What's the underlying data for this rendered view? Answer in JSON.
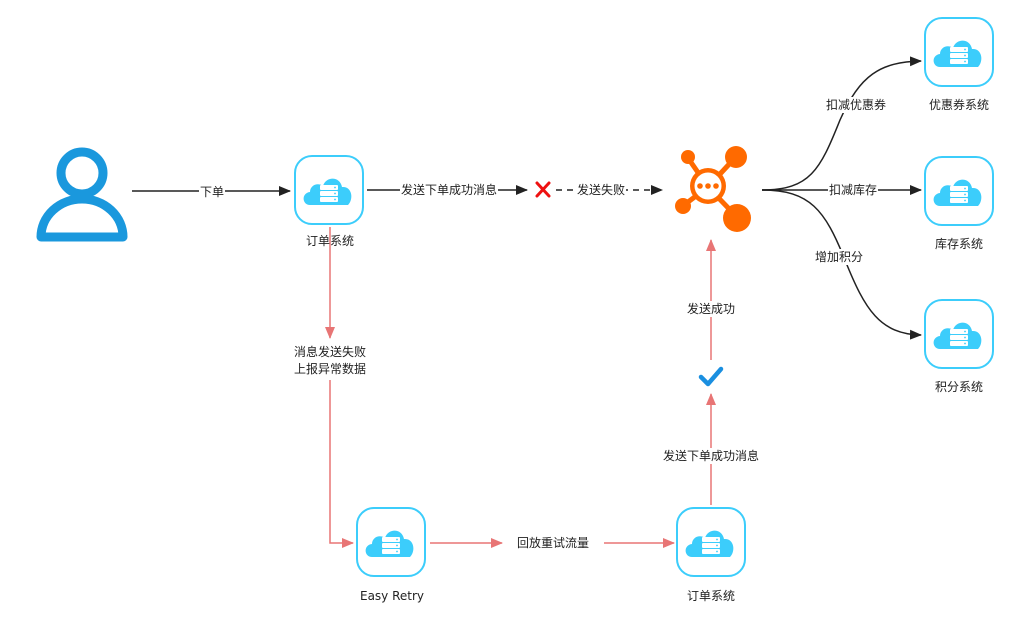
{
  "diagram": {
    "colors": {
      "node_border": "#3ccdfb",
      "cloud": "#3ccdfb",
      "user_icon": "#1a98dd",
      "mq_icon": "#ff6a00",
      "normal_edge": "#222222",
      "retry_edge": "#e87575",
      "fail_mark": "#ee1111",
      "success_mark": "#1a8fe0"
    },
    "nodes": {
      "user": {
        "icon": "user-icon"
      },
      "order_system_top": {
        "label": "订单系统",
        "icon": "cloud-server-icon"
      },
      "mq": {
        "icon": "message-queue-icon"
      },
      "coupon_system": {
        "label": "优惠券系统",
        "icon": "cloud-server-icon"
      },
      "inventory_system": {
        "label": "库存系统",
        "icon": "cloud-server-icon"
      },
      "points_system": {
        "label": "积分系统",
        "icon": "cloud-server-icon"
      },
      "easy_retry": {
        "label": "Easy Retry",
        "icon": "cloud-server-icon"
      },
      "order_system_bottom": {
        "label": "订单系统",
        "icon": "cloud-server-icon"
      }
    },
    "edges": {
      "place_order": "下单",
      "send_order_msg": "发送下单成功消息",
      "send_failed": "发送失败",
      "deduct_coupon": "扣减优惠券",
      "deduct_inventory": "扣减库存",
      "add_points": "增加积分",
      "report_line1": "消息发送失败",
      "report_line2": "上报异常数据",
      "replay_traffic": "回放重试流量",
      "resend_order_msg": "发送下单成功消息",
      "send_success": "发送成功"
    },
    "marks": {
      "fail": "cross-icon",
      "success": "check-icon"
    }
  }
}
